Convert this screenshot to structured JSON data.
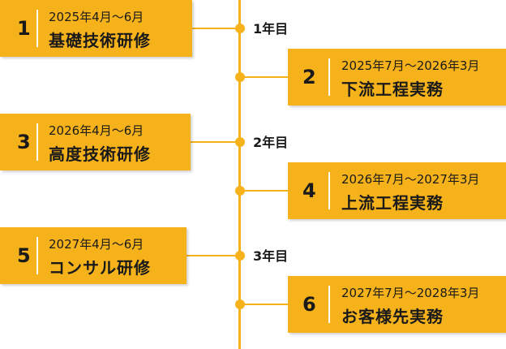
{
  "years": [
    "1年目",
    "2年目",
    "3年目"
  ],
  "steps": [
    {
      "number": "1",
      "period": "2025年4月〜6月",
      "title": "基礎技術研修"
    },
    {
      "number": "2",
      "period": "2025年7月〜2026年3月",
      "title": "下流工程実務"
    },
    {
      "number": "3",
      "period": "2026年4月〜6月",
      "title": "高度技術研修"
    },
    {
      "number": "4",
      "period": "2026年7月〜2027年3月",
      "title": "上流工程実務"
    },
    {
      "number": "5",
      "period": "2027年4月〜6月",
      "title": "コンサル研修"
    },
    {
      "number": "6",
      "period": "2027年7月〜2028年3月",
      "title": "お客様先実務"
    }
  ],
  "colors": {
    "accent": "#F6B21B",
    "text": "#1a1a1a",
    "separator": "#ffffff"
  }
}
